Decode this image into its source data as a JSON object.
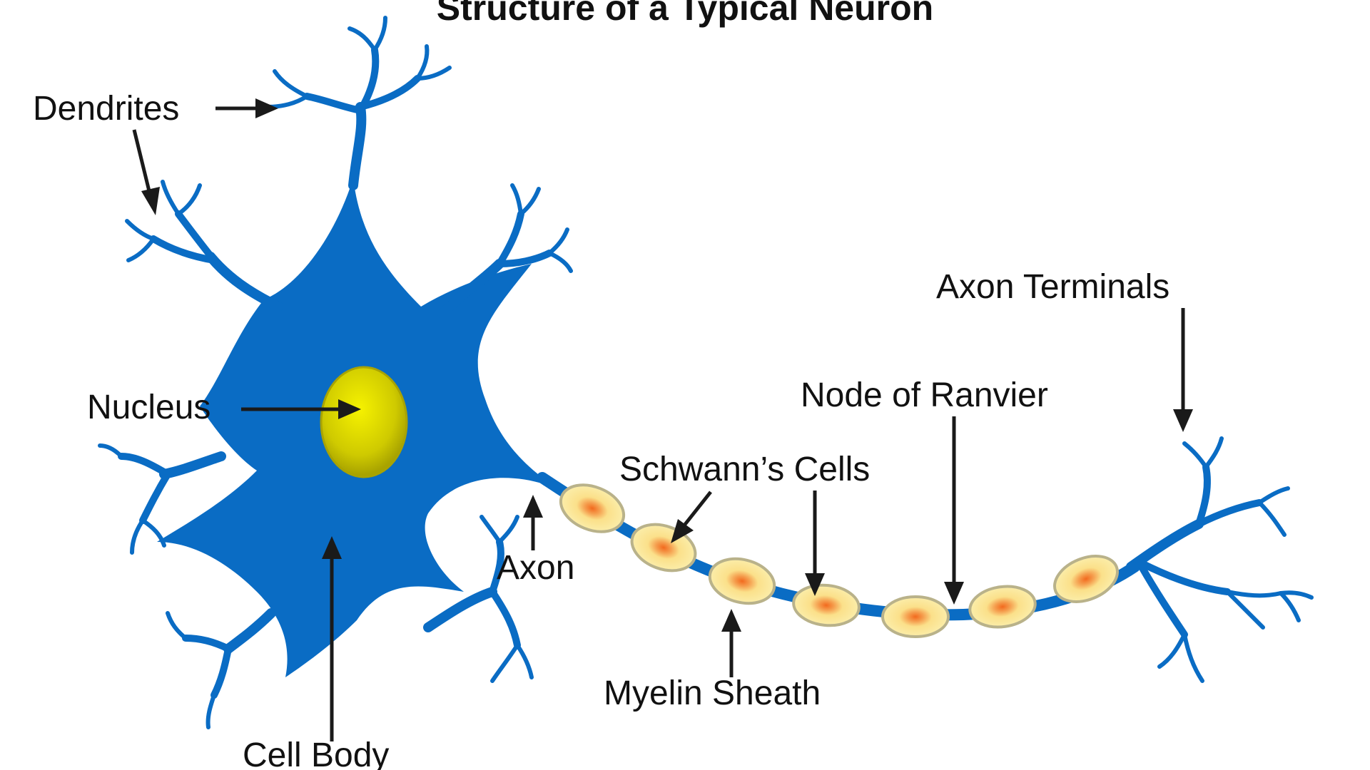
{
  "title": "Structure of a Typical Neuron",
  "labels": {
    "dendrites": "Dendrites",
    "nucleus": "Nucleus",
    "cell_body": "Cell Body",
    "axon": "Axon",
    "schwanns_cells": "Schwann’s Cells",
    "myelin_sheath": "Myelin Sheath",
    "node_of_ranvier": "Node of Ranvier",
    "axon_terminals": "Axon Terminals"
  },
  "colors": {
    "neuron_body": "#0a6cc4",
    "nucleus_outer": "#b8b400",
    "nucleus_inner": "#f4f000",
    "schwann_cell_fill": "#f8ec9a",
    "schwann_cell_core": "#f07a2a",
    "schwann_cell_border": "#b9b28a",
    "text": "#111111"
  }
}
